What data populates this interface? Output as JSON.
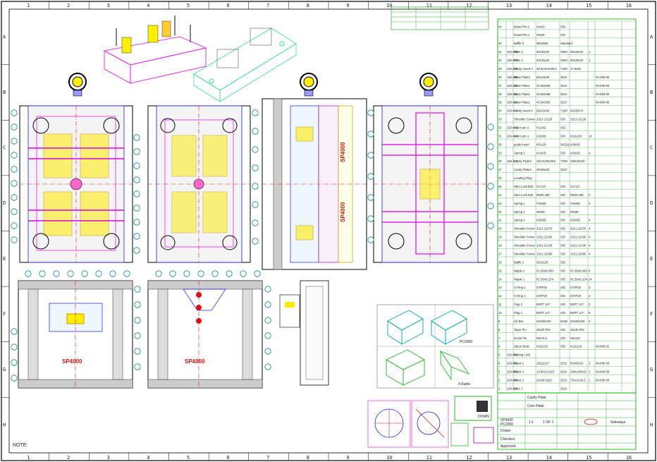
{
  "grid": {
    "columns": [
      "1",
      "2",
      "3",
      "4",
      "5",
      "6",
      "7",
      "8",
      "9",
      "10",
      "11",
      "12",
      "13",
      "14",
      "15",
      "16"
    ],
    "rows": [
      "A",
      "B",
      "C",
      "D",
      "E",
      "F",
      "G",
      "H"
    ]
  },
  "labels": {
    "note": "NOTE:",
    "material_top_left": "SP4000",
    "material_top_right": "SP4000",
    "material_bottom_left": "SP4000",
    "material_bottom_right": "SP4000",
    "material_iso": "PC2000",
    "iso_view_caption": "4 Radio",
    "direction_label": "DOWN"
  },
  "bom": {
    "rows": [
      [
        "43",
        "",
        "Dowel Pin 2",
        "#4x20",
        "S/D",
        "",
        "",
        "",
        ""
      ],
      [
        "",
        "",
        "Dowel Pin 1",
        "#6x30",
        "S/D",
        "",
        "",
        "",
        ""
      ],
      [
        "42",
        "",
        "Baffle 2",
        "3510655",
        "Standard",
        "",
        "",
        "",
        ""
      ],
      [
        "41",
        "163-406",
        "Plate 2",
        "30x30x20",
        "S50C",
        "30x30x20",
        "1",
        "",
        ""
      ],
      [
        "40",
        "163-407",
        "Plate 1",
        "20x30x20",
        "S50C",
        "30x30x20",
        "1",
        "",
        ""
      ],
      [
        "39",
        "163-408",
        "Cavity Insert 4",
        "38.5x36.5x65.5",
        "718H",
        "47.5x65",
        "",
        "",
        ""
      ],
      [
        "38",
        "163-409",
        "Wear Plate2",
        "56x13x30",
        "2510",
        "",
        "",
        "NAK80-56",
        ""
      ],
      [
        "37",
        "163-410",
        "Wear Plate1",
        "42.5x6x56",
        "2510",
        "",
        "",
        "NAK80-56",
        ""
      ],
      [
        "36",
        "163-411",
        "Wear Plate1",
        "42.5x6x56",
        "2510",
        "",
        "",
        "NAK80-56",
        ""
      ],
      [
        "35",
        "163-412",
        "Wear Plate1",
        "42.5x6x56",
        "2510",
        "",
        "",
        "NAK80-56",
        ""
      ],
      [
        "34",
        "163-413",
        "Cavity Insert 4",
        "56x13x30",
        "718H",
        "30x30x70",
        "",
        "",
        ""
      ],
      [
        "33",
        "",
        "Shoulder Screw",
        "1021-12120",
        "S/D",
        "1021-12120",
        "",
        "",
        ""
      ],
      [
        "32",
        "163-415",
        "return pin 2",
        "#12x42",
        "S/D",
        "",
        "",
        "",
        ""
      ],
      [
        "31",
        "163-416",
        "return pin 1",
        "#12x96",
        "S/D",
        "#12x100",
        "16",
        "",
        ""
      ],
      [
        "30",
        "",
        "guide insert",
        "#51x28",
        "SKD11",
        "#28x30",
        "",
        "",
        ""
      ],
      [
        "29",
        "",
        "Spring 3",
        "#14x25",
        "S/D",
        "#16x25",
        "4",
        "",
        ""
      ],
      [
        "28",
        "163-417",
        "Cavity Plate3",
        "104.5x30x36.5",
        "718H",
        "100x30x40",
        "",
        "",
        ""
      ],
      [
        "27",
        "",
        "Cavity Plate4",
        "40x90x25",
        "2510",
        "",
        "",
        "",
        ""
      ],
      [
        "26",
        "",
        "Locating Ring",
        "",
        "",
        "",
        "",
        "",
        ""
      ],
      [
        "25",
        "",
        "Nitro Lock Bolt",
        "2171/2",
        "S/D",
        "2171/2",
        "",
        "",
        ""
      ],
      [
        "24",
        "",
        "Nitro Lock Bolt",
        "MNPL450",
        "S/D",
        "MNPL450",
        "2",
        "",
        ""
      ],
      [
        "23",
        "",
        "Spring 1",
        "#16x50",
        "S/D",
        "#16x50",
        "4",
        "",
        ""
      ],
      [
        "22",
        "",
        "Spring 2",
        "#8x80",
        "S/D",
        "#8x80",
        "",
        "",
        ""
      ],
      [
        "21",
        "",
        "Spring 4",
        "#20x50",
        "S/D",
        "#20x50",
        "4",
        "",
        ""
      ],
      [
        "20",
        "",
        "Shoulder Screw",
        "1021-12070",
        "S/D",
        "1021-12070",
        "4",
        "",
        ""
      ],
      [
        "19",
        "",
        "Shoulder Screw",
        "1021-12100",
        "S/D",
        "1021-12100",
        "4",
        "",
        ""
      ],
      [
        "18",
        "",
        "Shoulder Screw",
        "1021-12140",
        "S/D",
        "1021-12140",
        "4",
        "",
        ""
      ],
      [
        "17",
        "",
        "Shoulder Screw",
        "1021-12060",
        "S/D",
        "1021-12060",
        "4",
        "",
        ""
      ],
      [
        "16",
        "",
        "Baffle 1",
        "3510126",
        "S/D",
        "",
        "",
        "",
        ""
      ],
      [
        "15",
        "",
        "Nipple 2",
        "PL 50x0.90/2",
        "S/D",
        "PL 50x0.90/2",
        "4",
        "",
        ""
      ],
      [
        "14",
        "",
        "Nipple 1",
        "PL 50x0.11/4",
        "S/D",
        "PL 50x0.11/4",
        "24",
        "",
        ""
      ],
      [
        "13",
        "",
        "O Ring 2",
        "S70P16",
        "S/D",
        "S70P16",
        "2",
        "",
        ""
      ],
      [
        "12",
        "",
        "O Ring 1",
        "S70P18",
        "S/D",
        "S70P18",
        "4",
        "",
        ""
      ],
      [
        "11",
        "",
        "Plug 2",
        "BSPT 1/4\"",
        "S/D",
        "BSPT 1/4\"",
        "2",
        "",
        ""
      ],
      [
        "10",
        "",
        "Plug 1",
        "BSPT 1/4\"",
        "S/D",
        "BSPT 1/4\"",
        "8",
        "",
        ""
      ],
      [
        "9",
        "",
        "Lift Bar",
        "343x60x30",
        "W1W",
        "343x60x30",
        "2",
        "",
        ""
      ],
      [
        "8",
        "",
        "Taper Pin",
        "25x30 PIN",
        "S/D",
        "25x30 PIN",
        "",
        "",
        ""
      ],
      [
        "7",
        "",
        "Guide Pin",
        "#6x76.5",
        "S/D",
        "#6x120",
        "",
        "",
        ""
      ],
      [
        "6",
        "",
        "Sprue Bush",
        "#12x120",
        "S/D",
        "#12x120",
        "",
        "NAK80-52",
        ""
      ],
      [
        "5",
        "163-401",
        "Parting Lock",
        "",
        "",
        "",
        "",
        "",
        ""
      ],
      [
        "4",
        "163-402",
        "Insert 1",
        "16x22x17",
        "2510",
        "50x50x15",
        "1",
        "NAK80-56",
        ""
      ],
      [
        "3",
        "163-403",
        "Insert 2",
        "13.5x15.2x15",
        "2510",
        "100x100x15",
        "1",
        "NAK80-56",
        ""
      ],
      [
        "2",
        "163-404",
        "Insert 3",
        "20x28.5x20",
        "2510",
        "75x13x26.5",
        "1",
        "NAK80-56",
        ""
      ],
      [
        "1",
        "163-405",
        "Core 1",
        "",
        "2510",
        "",
        "",
        "",
        ""
      ]
    ]
  },
  "title_block": {
    "row1_left": "Cavity Plate",
    "row1_right": "Core Plate",
    "scale_label": "1:1",
    "sheet_label": "1 OF 1",
    "material_a": "SP4000",
    "material_b": "PC2000",
    "title": "Sideways",
    "drawn_label": "Drawn",
    "checked_label": "Checked",
    "approved_label": "Approved"
  },
  "colors": {
    "frame": "#000000",
    "grid_text": "#202020",
    "mold_outline": "#1a1aff",
    "plate_fill": "#cccccc",
    "bom_line": "#00aa00",
    "bom_text": "#1a1a1a",
    "highlight": "#ffee00",
    "red": "#e01010",
    "magenta": "#ee00ee",
    "cyan": "#00bbbb",
    "green": "#22bb22"
  }
}
